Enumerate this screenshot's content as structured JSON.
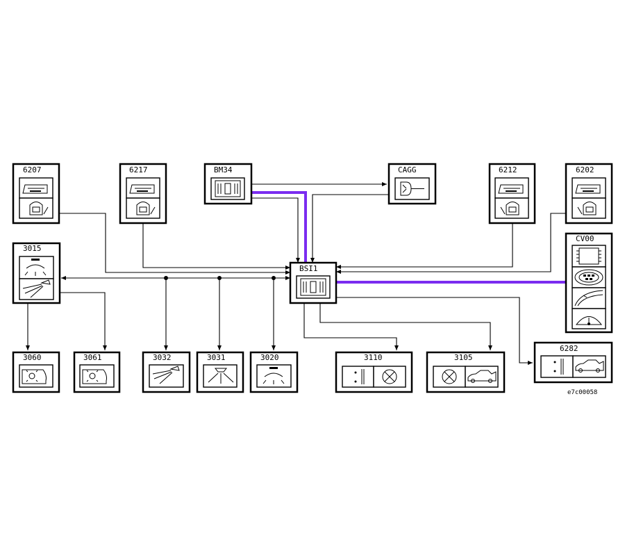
{
  "diagram": {
    "modules": {
      "m6207": "6207",
      "m6217": "6217",
      "bm34": "BM34",
      "cagg": "CAGG",
      "m6212": "6212",
      "m6202": "6202",
      "m3015": "3015",
      "bsi1": "BSI1",
      "cv00": "CV00",
      "m3060": "3060",
      "m3061": "3061",
      "m3032": "3032",
      "m3031": "3031",
      "m3020": "3020",
      "m3110": "3110",
      "m3105": "3105",
      "m6282": "6282"
    },
    "reference": "e7c00058",
    "colors": {
      "bus": "#7b2cf0",
      "line": "#000000",
      "background": "#ffffff"
    }
  }
}
